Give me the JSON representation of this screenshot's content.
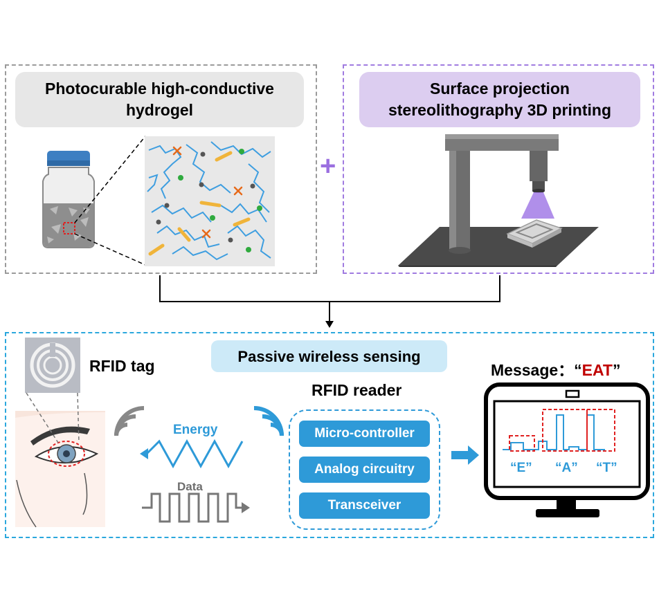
{
  "top_left": {
    "title": "Photocurable high-conductive\nhydrogel"
  },
  "top_right": {
    "title": "Surface projection\nstereolithography 3D printing"
  },
  "plus_symbol": "+",
  "bottom": {
    "title": "Passive wireless sensing",
    "rfid_tag_label": "RFID tag",
    "rfid_reader_label": "RFID reader",
    "energy_label": "Energy",
    "data_label": "Data",
    "reader_blocks": [
      "Micro-controller",
      "Analog circuitry",
      "Transceiver"
    ],
    "message_prefix": "Message：",
    "message_open_quote": "“",
    "message_value": "EAT",
    "message_close_quote": "”",
    "signal_letters": [
      "“E”",
      "“A”",
      "“T”"
    ]
  },
  "colors": {
    "gray_dash": "#9a9a9a",
    "purple_dash": "#a07be0",
    "cyan_dash": "#2aa7dd",
    "accent_blue": "#2e9ad8",
    "accent_red": "#c00000",
    "purple_plus": "#9b6fe0"
  }
}
